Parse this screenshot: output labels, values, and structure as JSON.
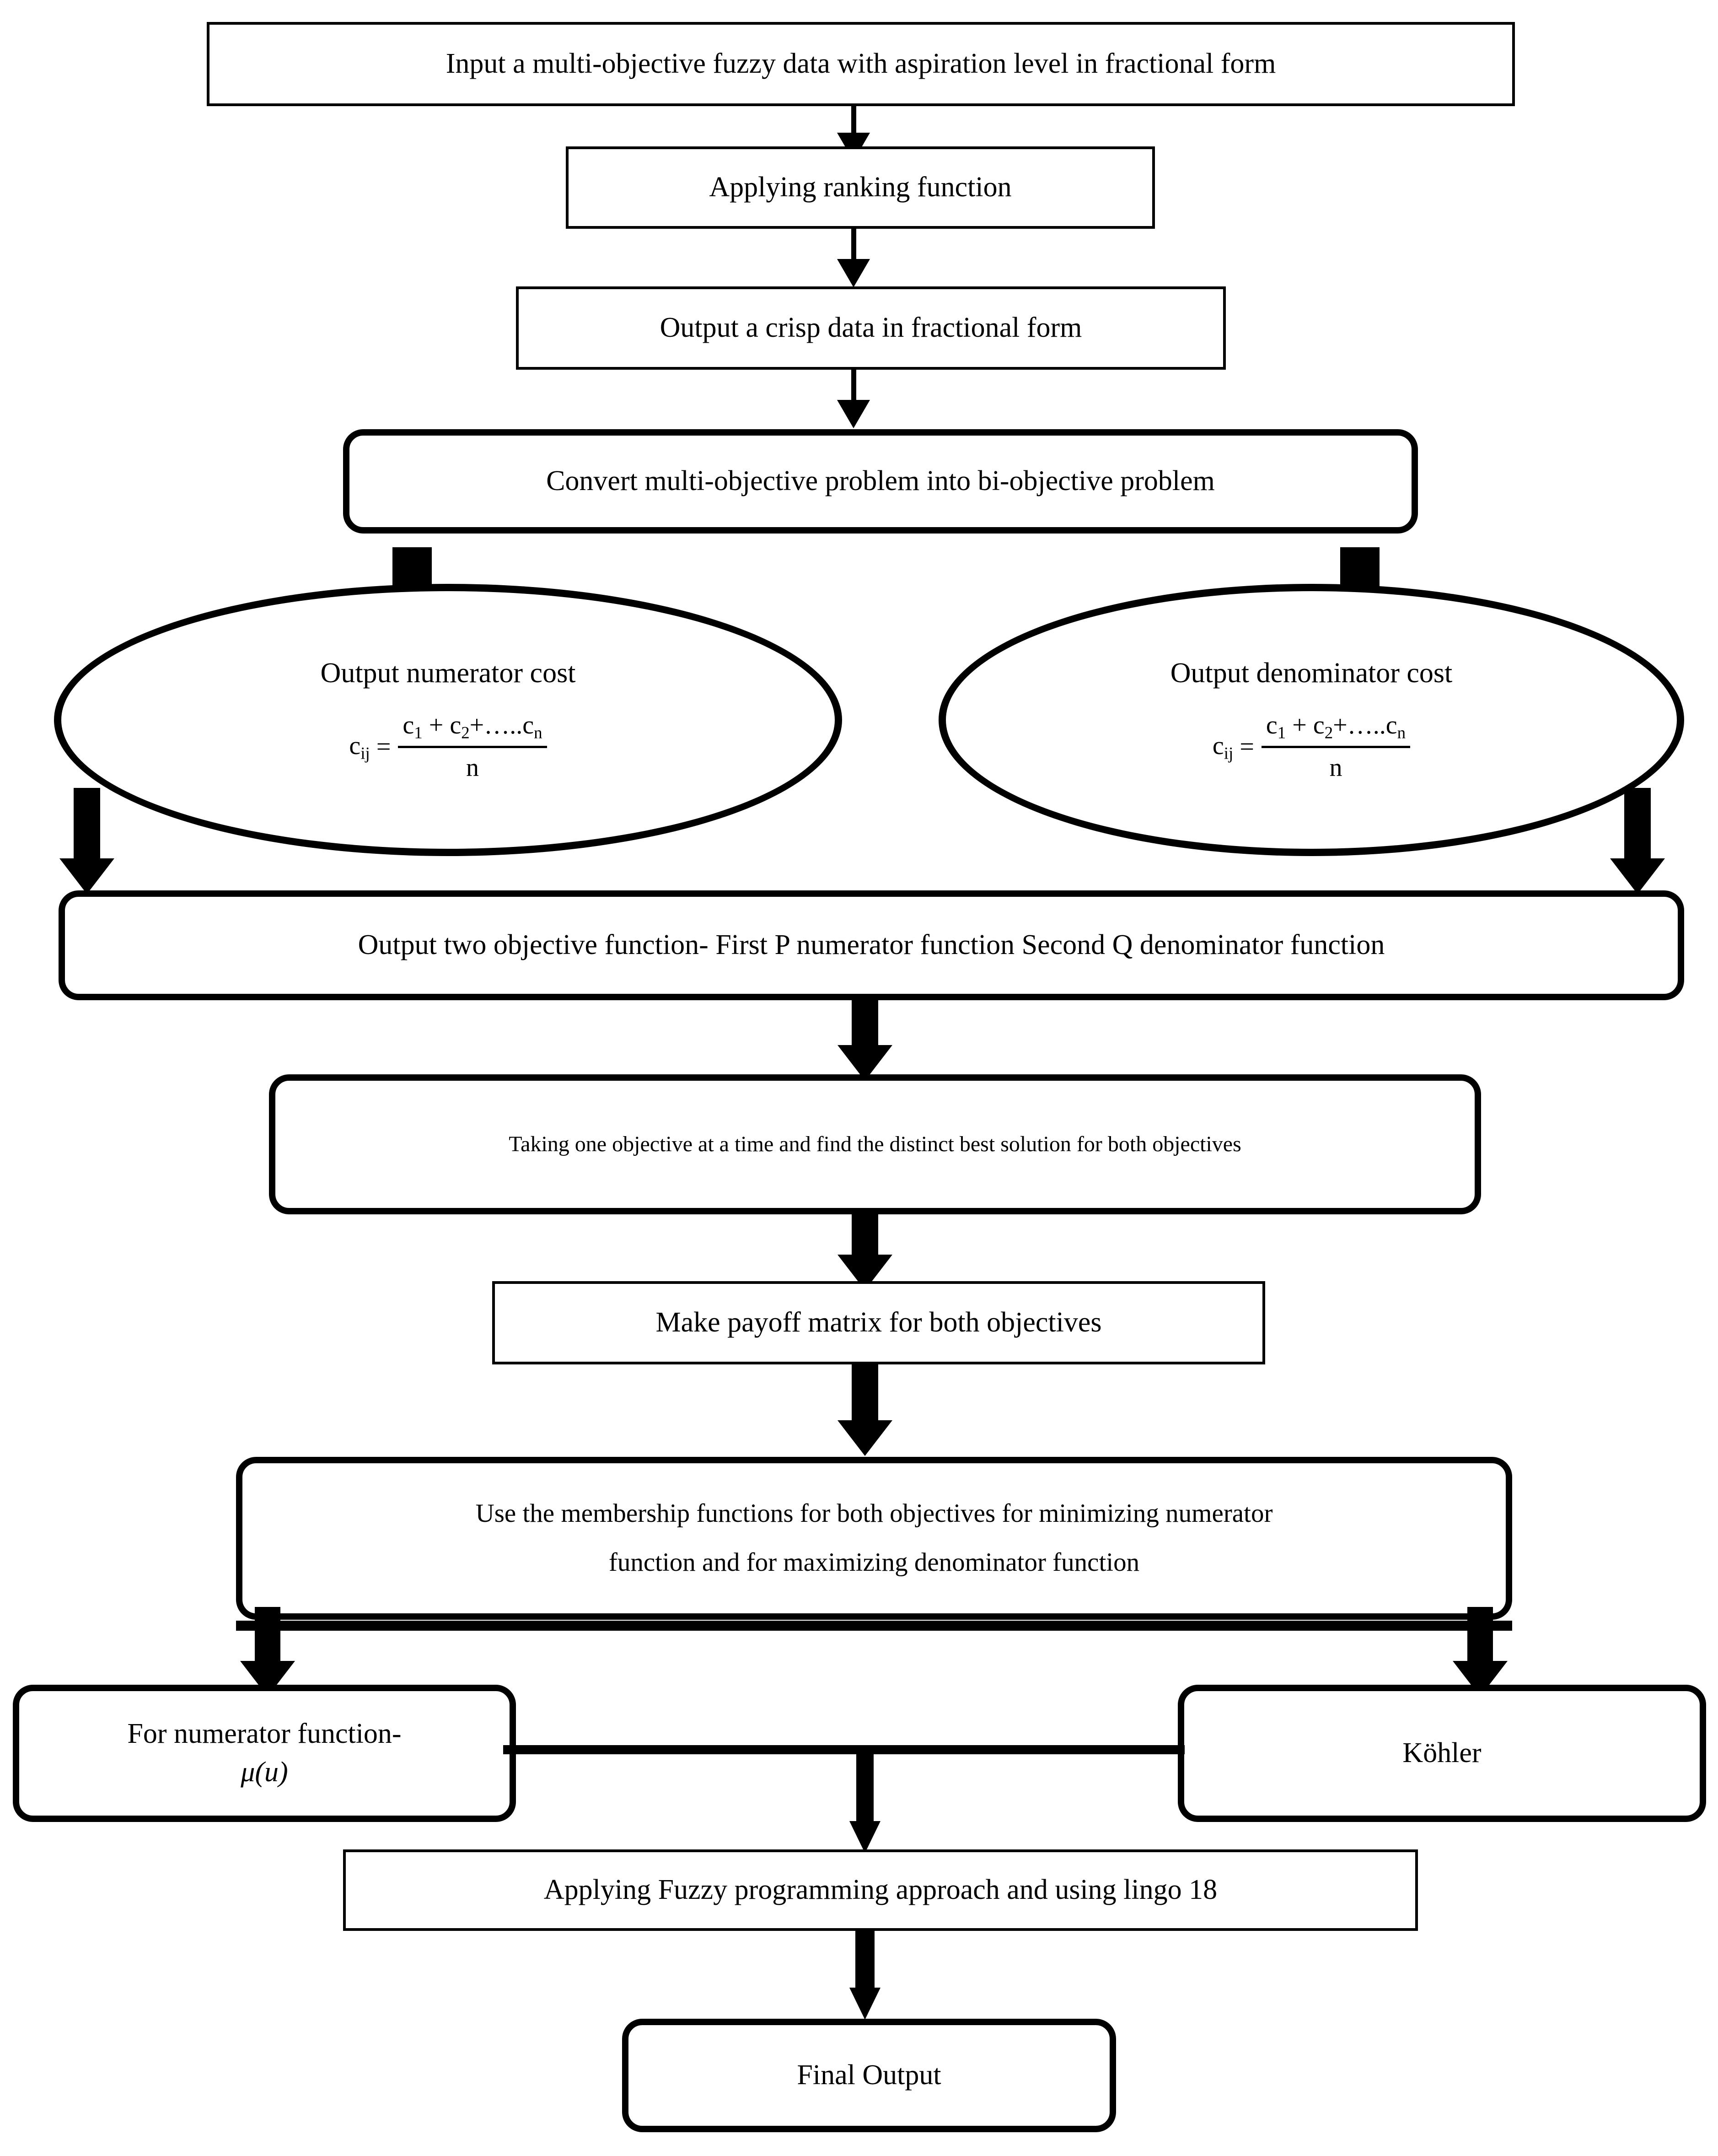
{
  "diagram": {
    "title": "Multi-objective fuzzy fractional programming flowchart",
    "stroke_color": "#000000",
    "fill_color": "#ffffff"
  },
  "nodes": {
    "input_data": "Input a multi-objective fuzzy data with aspiration level in fractional form",
    "ranking_function": "Applying ranking function",
    "crisp_data": "Output a crisp data in fractional form",
    "convert_problem": "Convert multi-objective problem into bi-objective problem",
    "numerator_cost_title": "Output numerator cost",
    "denominator_cost_title": "Output denominator cost",
    "two_objective_function": "Output two objective function- First P numerator function Second Q denominator function",
    "one_objective_at_a_time": "Taking one objective at a time and find the distinct best solution for both objectives",
    "payoff_matrix": "Make payoff matrix for both objectives",
    "membership_line1": "Use the membership functions for both objectives for minimizing numerator",
    "membership_line2": "function and for maximizing denominator function",
    "numerator_function_line1": "For numerator function-",
    "numerator_function_line2": "μ(u)",
    "kohler": "Köhler",
    "fuzzy_programming": "Applying Fuzzy programming approach and using lingo 18",
    "final_output": "Final Output"
  },
  "formula": {
    "lhs": "c",
    "lhs_sub": "ij",
    "equals": "=",
    "numerator_terms": "c₁ + c₂+…..cₙ",
    "numerator_c1": "c",
    "numerator_c1_sub": "1",
    "plus": "+",
    "numerator_c2": "c",
    "numerator_c2_sub": "2",
    "plus2": "+…..",
    "numerator_cn": "c",
    "numerator_cn_sub": "n",
    "denominator": "n"
  }
}
